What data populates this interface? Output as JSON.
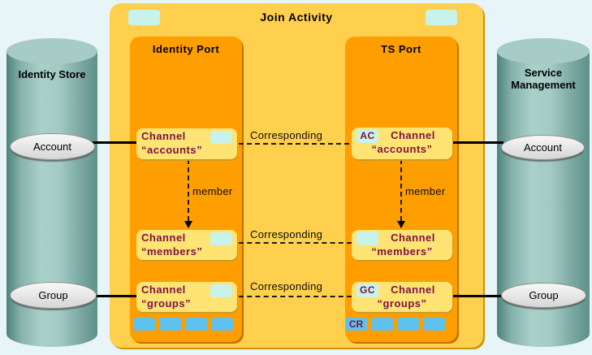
{
  "activity": {
    "title": "Join Activity"
  },
  "stores": {
    "left": {
      "title": "Identity Store",
      "account": "Account",
      "group": "Group"
    },
    "right": {
      "title": "Service Management",
      "account": "Account",
      "group": "Group"
    }
  },
  "ports": {
    "identity": {
      "title": "Identity Port",
      "channels": {
        "accounts": {
          "line1": "Channel",
          "line2": "“accounts”"
        },
        "members": {
          "line1": "Channel",
          "line2": "“members”"
        },
        "groups": {
          "line1": "Channel",
          "line2": "“groups”"
        }
      }
    },
    "ts": {
      "title": "TS Port",
      "channels": {
        "accounts": {
          "badge": "AC",
          "line1": "Channel",
          "line2": "“accounts”"
        },
        "members": {
          "line1": "Channel",
          "line2": "“members”"
        },
        "groups": {
          "badge": "GC",
          "line1": "Channel",
          "line2": "“groups”"
        }
      },
      "bottom_badge": "CR"
    }
  },
  "connectors": {
    "corresponding": "Corresponding",
    "member": "member"
  },
  "colors": {
    "background": "#e8f5f8",
    "activity_fill": "#ffd04d",
    "port_fill": "#ff9e00",
    "channel_fill": "#ffe373",
    "cyan_chip": "#c8f2ec",
    "blue_chip": "#5fc2ee",
    "channel_text": "#7b1240",
    "cylinder_light": "#a9d0c9",
    "cylinder_dark": "#4d837b"
  }
}
